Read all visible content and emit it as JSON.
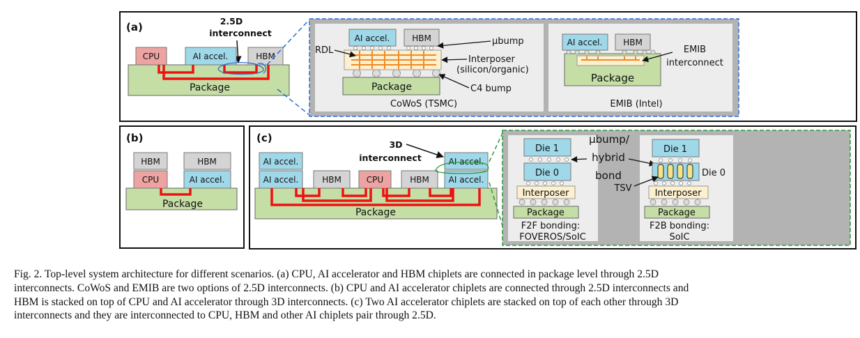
{
  "panels": {
    "a": {
      "label": "(a)",
      "callout": [
        "2.5D",
        "interconnect"
      ],
      "chips": {
        "cpu": "CPU",
        "accel": "AI accel.",
        "hbm": "HBM"
      },
      "package": "Package",
      "cowos": {
        "chips": {
          "accel": "AI accel.",
          "hbm": "HBM"
        },
        "rdl": "RDL",
        "ubump": "μbump",
        "interposer": [
          "Interposer",
          "(silicon/organic)"
        ],
        "package": "Package",
        "c4": "C4 bump",
        "caption": "CoWoS (TSMC)"
      },
      "emib": {
        "chips": {
          "accel": "AI accel.",
          "hbm": "HBM"
        },
        "package": "Package",
        "bridge_label": [
          "EMIB",
          "interconnect"
        ],
        "caption": "EMIB (Intel)"
      }
    },
    "b": {
      "label": "(b)",
      "chips": {
        "hbm1": "HBM",
        "hbm2": "HBM",
        "cpu": "CPU",
        "accel": "AI accel."
      },
      "package": "Package"
    },
    "c": {
      "label": "(c)",
      "callout": [
        "3D",
        "interconnect"
      ],
      "chips": {
        "accel_top_left": "AI accel.",
        "accel_bottom_left": "AI accel.",
        "hbm_left": "HBM",
        "cpu": "CPU",
        "hbm_right": "HBM",
        "accel_top_right": "AI accel.",
        "accel_bottom_right": "AI accel."
      },
      "package": "Package",
      "f2f": {
        "die1": "Die 1",
        "die0": "Die 0",
        "interposer": "Interposer",
        "package": "Package",
        "caption": [
          "F2F bonding:",
          "FOVEROS/SoIC"
        ]
      },
      "middle_label": [
        "μbump/",
        "hybrid",
        "bond"
      ],
      "f2b": {
        "die1": "Die 1",
        "die0": "Die 0",
        "tsv": "TSV",
        "interposer": "Interposer",
        "package": "Package",
        "caption": [
          "F2B bonding:",
          "SoIC"
        ]
      }
    }
  },
  "caption_lines": [
    "Fig. 2.   Top-level system architecture for different scenarios. (a) CPU, AI accelerator and HBM chiplets are connected in package level through 2.5D",
    "interconnects. CoWoS and EMIB are two options of 2.5D interconnects. (b) CPU and AI accelerator chiplets are connected through 2.5D interconnects and",
    "HBM is stacked on top of CPU and AI accelerator through 3D interconnects. (c) Two AI accelerator chiplets are stacked on top of each other through 3D",
    "interconnects and they are interconnected to CPU, HBM and other AI chiplets pair through 2.5D."
  ],
  "colors": {
    "package": "#c5dea5",
    "accel": "#9fd8e9",
    "cpu": "#eea3a3",
    "hbm": "#d4d4d4",
    "interposer": "#fdf0cf",
    "wire": "#ee1111",
    "inset_bg": "#b3b3b3",
    "inset_panel": "#ededed",
    "callout_blue": "#2b6fd6",
    "callout_green": "#2a9a3a"
  }
}
